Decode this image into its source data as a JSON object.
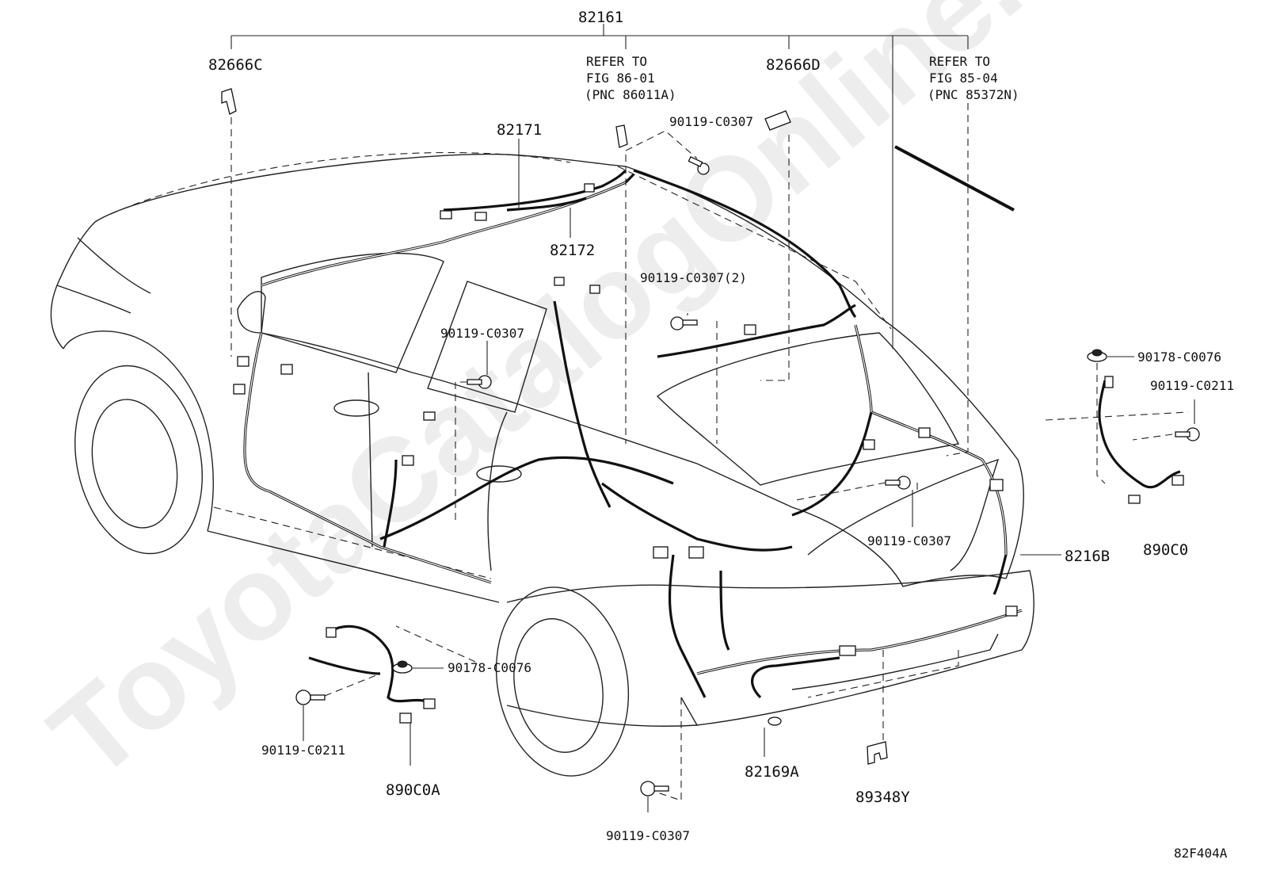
{
  "watermark": "ToyotaCatalogOnline.ru",
  "figure_code": "82F404A",
  "labels": {
    "main_harness": "82161",
    "clamp_c": "82666C",
    "clamp_d": "82666D",
    "roof_wire_1": "82171",
    "roof_wire_2": "82172",
    "refer_1_line1": "REFER TO",
    "refer_1_line2": "FIG 86-01",
    "refer_1_line3": "(PNC 86011A)",
    "refer_2_line1": "REFER TO",
    "refer_2_line2": "FIG 85-04",
    "refer_2_line3": "(PNC 85372N)",
    "bolt_top": "90119-C0307",
    "bolt_roof": "90119-C0307(2)",
    "bolt_left": "90119-C0307",
    "nut_right": "90178-C0076",
    "bolt_right": "90119-C0211",
    "wire_right": "890C0",
    "back_door": "8216B",
    "bolt_rear": "90119-C0307",
    "nut_left": "90178-C0076",
    "bolt_left_low": "90119-C0211",
    "wire_left": "890C0A",
    "bumper_wire": "82169A",
    "bracket": "89348Y",
    "bolt_bottom": "90119-C0307"
  }
}
